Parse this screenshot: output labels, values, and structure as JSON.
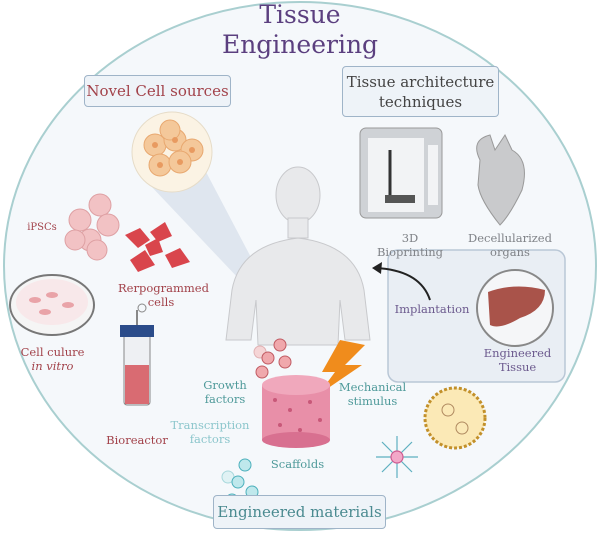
{
  "title": {
    "line1": "Tissue",
    "line2": "Engineering"
  },
  "sections": {
    "cell_sources": "Novel Cell sources",
    "architecture": "Tissue architecture techniques",
    "materials": "Engineered materials"
  },
  "labels": {
    "ipscs": "iPSCs",
    "reprogrammed": "Rerpogrammed cells",
    "cell_culture": "Cell culure",
    "in_vitro": "in vitro",
    "bioreactor": "Bioreactor",
    "bioprinting": "3D Bioprinting",
    "decellularized": "Decellularized organs",
    "implantation": "Implantation",
    "engineered_tissue": "Engineered Tissue",
    "growth_factors": "Growth factors",
    "transcription_factors": "Transcription factors",
    "mechanical": "Mechanical stimulus",
    "scaffolds": "Scaffolds"
  },
  "colors": {
    "title": "#5b3f7f",
    "cell_red": "#a2424a",
    "teal": "#4f9a9a",
    "circle_border": "#a9cfd0"
  }
}
